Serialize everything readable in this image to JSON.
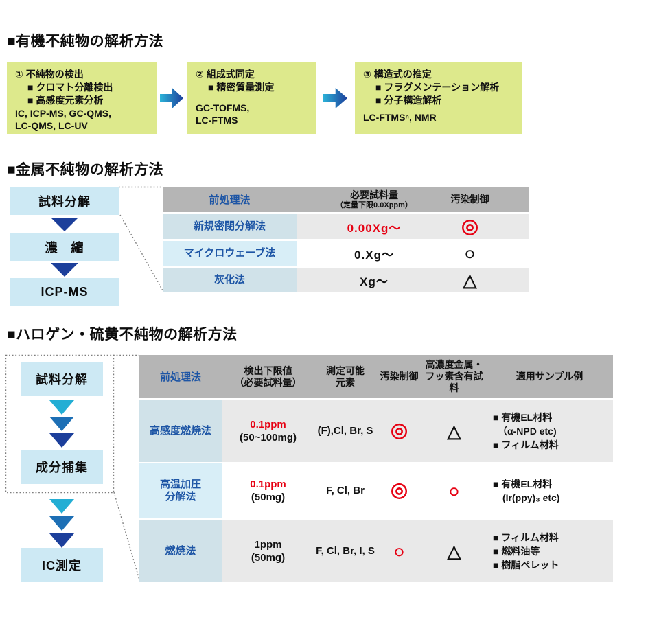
{
  "colors": {
    "accent_blue": "#1d55a5",
    "red": "#e60012",
    "black": "#111111",
    "yellow_box": "#dde98c",
    "flow_box_cyan": "#cde9f4",
    "table_header_gray": "#b5b5b5",
    "row_gray": "#e9e9e9",
    "navy_arrow": "#1c3f9b",
    "cyan_arrow": "#23aed4"
  },
  "section1": {
    "title": "■有機不純物の解析方法",
    "boxes": [
      {
        "heading": "① 不純物の検出",
        "bullets": "■ クロマト分離検出\n■ 高感度元素分析",
        "methods": "IC, ICP-MS, GC-QMS,\nLC-QMS, LC-UV"
      },
      {
        "heading": "② 組成式同定",
        "bullets": "■ 精密質量測定",
        "methods": "GC-TOFMS,\nLC-FTMS"
      },
      {
        "heading": "③ 構造式の推定",
        "bullets": "■ フラグメンテーション解析\n■ 分子構造解析",
        "methods": "LC-FTMSⁿ, NMR"
      }
    ]
  },
  "section2": {
    "title": "■金属不純物の解析方法",
    "flow": {
      "step1": "試料分解",
      "step2": "濃　縮",
      "step3": "ICP-MS"
    },
    "table": {
      "header": {
        "method": "前処理法",
        "amount": "必要試料量",
        "amount_note": "（定量下限0.0Xppm）",
        "control": "汚染制御"
      },
      "rows": [
        {
          "method": "新規密閉分解法",
          "amount": "0.00Xg～",
          "amount_color": "#e60012",
          "mark": "◎",
          "mark_color": "#e60012"
        },
        {
          "method": "マイクロウェーブ法",
          "amount": "0.Xg～",
          "amount_color": "#111111",
          "mark": "○",
          "mark_color": "#111111"
        },
        {
          "method": "灰化法",
          "amount": "Xg～",
          "amount_color": "#111111",
          "mark": "△",
          "mark_color": "#111111"
        }
      ]
    }
  },
  "section3": {
    "title": "■ハロゲン・硫黄不純物の解析方法",
    "flow": {
      "step1": "試料分解",
      "step2": "成分捕集",
      "step3": "IC測定"
    },
    "table": {
      "header": {
        "method": "前処理法",
        "limit": "検出下限値\n（必要試料量）",
        "elements": "測定可能\n元素",
        "control": "汚染制御",
        "high_conc": "高濃度金属・\nフッ素含有試料",
        "samples": "適用サンプル例"
      },
      "rows": [
        {
          "method": "高感度燃焼法",
          "limit": "0.1ppm",
          "limit_color": "#e60012",
          "limit_note": "(50~100mg)",
          "elements": "(F),Cl, Br, S",
          "control_mark": "◎",
          "control_color": "#e60012",
          "high_mark": "△",
          "high_color": "#111111",
          "samples": "■ 有機EL材料\n　（α-NPD etc)\n■ フィルム材料"
        },
        {
          "method": "高温加圧\n分解法",
          "limit": "0.1ppm",
          "limit_color": "#e60012",
          "limit_note": "(50mg)",
          "elements": "F, Cl, Br",
          "control_mark": "◎",
          "control_color": "#e60012",
          "high_mark": "○",
          "high_color": "#e60012",
          "samples": "■ 有機EL材料\n　(Ir(ppy)₃ etc)"
        },
        {
          "method": "燃焼法",
          "limit": "1ppm",
          "limit_color": "#111111",
          "limit_note": "(50mg)",
          "elements": "F, Cl, Br, I, S",
          "control_mark": "○",
          "control_color": "#e60012",
          "high_mark": "△",
          "high_color": "#111111",
          "samples": "■ フィルム材料\n■ 燃料油等\n■ 樹脂ペレット"
        }
      ]
    }
  }
}
